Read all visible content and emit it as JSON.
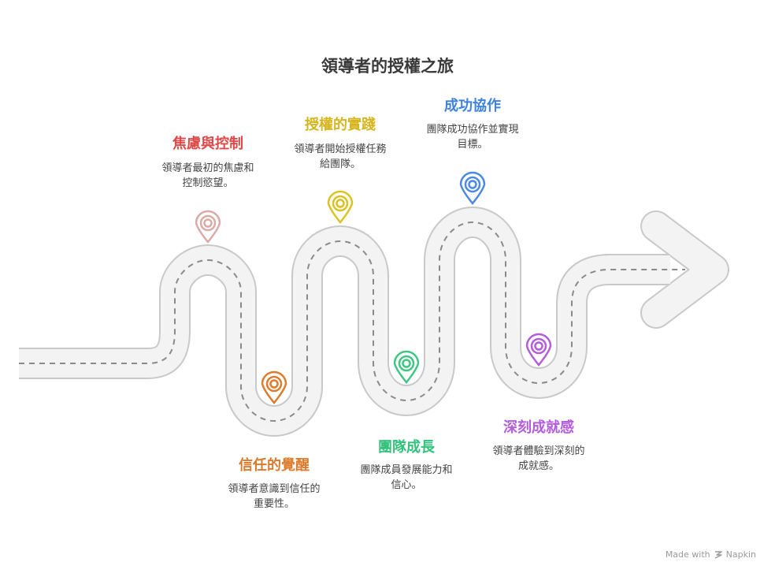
{
  "title": "領導者的授權之旅",
  "stages": [
    {
      "title": "焦慮與控制",
      "desc": [
        "領導者最初的焦慮和",
        "控制慾望。"
      ],
      "color": "#e04848",
      "pin": "#d9aaa6"
    },
    {
      "title": "信任的覺醒",
      "desc": [
        "領導者意識到信任的",
        "重要性。"
      ],
      "color": "#dd7b2c",
      "pin": "#e07b2d"
    },
    {
      "title": "授權的實踐",
      "desc": [
        "領導者開始授權任務",
        "給團隊。"
      ],
      "color": "#d6b51e",
      "pin": "#dbc21e"
    },
    {
      "title": "團隊成長",
      "desc": [
        "團隊成員發展能力和",
        "信心。"
      ],
      "color": "#34c17c",
      "pin": "#3fc683"
    },
    {
      "title": "成功協作",
      "desc": [
        "團隊成功協作並實現",
        "目標。"
      ],
      "color": "#3d82e0",
      "pin": "#4b8ae0"
    },
    {
      "title": "深刻成就感",
      "desc": [
        "領導者體驗到深刻的",
        "成就感。"
      ],
      "color": "#b45be0",
      "pin": "#b35ddc"
    }
  ],
  "footer": {
    "prefix": "Made with",
    "brand": "Napkin"
  }
}
